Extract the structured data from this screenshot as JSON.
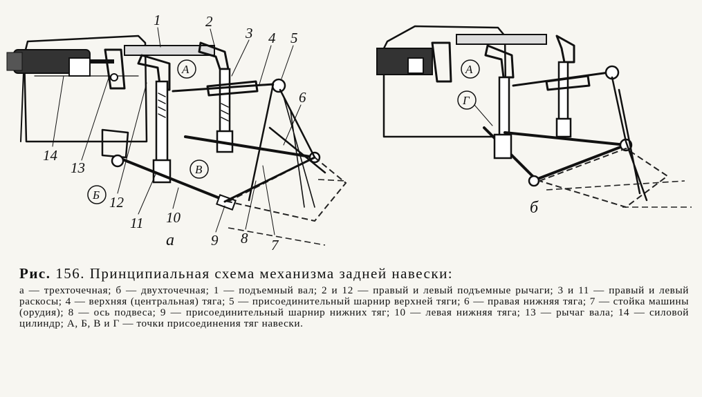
{
  "figure": {
    "callouts": [
      "1",
      "2",
      "3",
      "4",
      "5",
      "6",
      "7",
      "8",
      "9",
      "10",
      "11",
      "12",
      "13",
      "14"
    ],
    "points": {
      "A": "А",
      "B": "Б",
      "V": "В",
      "G": "Г"
    },
    "panels": {
      "a": "а",
      "b": "б"
    }
  },
  "caption": {
    "fig_no": "Рис.",
    "title": " 156. Принципиальная схема механизма задней навески:",
    "body": "а — трехточечная; б — двухточечная; 1 — подъемный вал; 2 и 12 — правый и левый подъемные рычаги; 3 и 11 — правый и левый раскосы; 4 — верхняя (центральная) тяга; 5 — присоединительный шарнир верхней тяги; 6 — правая нижняя тяга; 7 — стойка машины (орудия); 8 — ось подвеса; 9 — присоединительный шарнир нижних тяг; 10 — левая нижняя тяга; 13 — рычаг вала; 14 — силовой цилиндр; А, Б, В и Г — точки присоединения тяг навески."
  }
}
